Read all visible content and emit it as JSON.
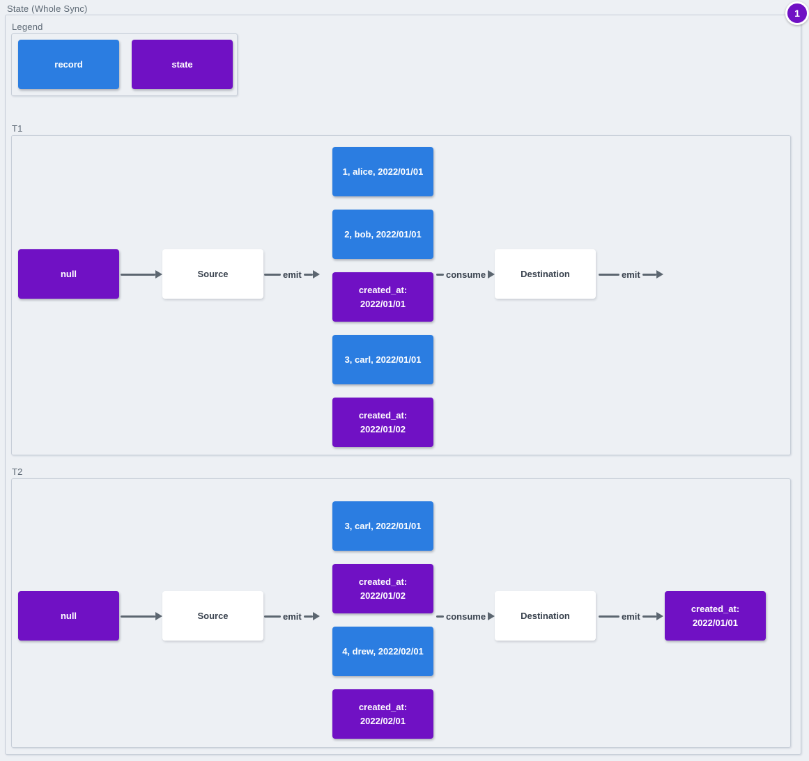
{
  "title": "State (Whole Sync)",
  "badge": {
    "count": "1"
  },
  "legend": {
    "label": "Legend",
    "items": [
      {
        "type": "record",
        "label": "record"
      },
      {
        "type": "state",
        "label": "state"
      }
    ]
  },
  "colors": {
    "record": "#2b7de1",
    "state": "#7011c4",
    "arrow": "#5c6670",
    "node_text_dark": "#39424e",
    "group_border": "#c7ced8",
    "background": "#edf0f4"
  },
  "timelines": [
    {
      "label": "T1",
      "input_state": "null",
      "source_label": "Source",
      "emit_label": "emit",
      "queue": [
        {
          "type": "record",
          "text": "1, alice, 2022/01/01"
        },
        {
          "type": "record",
          "text": "2, bob, 2022/01/01"
        },
        {
          "type": "state",
          "text": "created_at: 2022/01/01"
        },
        {
          "type": "record",
          "text": "3, carl, 2022/01/01"
        },
        {
          "type": "state",
          "text": "created_at: 2022/01/02"
        }
      ],
      "consume_label": "consume",
      "destination_label": "Destination",
      "emit_out_label": "emit"
    },
    {
      "label": "T2",
      "input_state": "null",
      "source_label": "Source",
      "emit_label": "emit",
      "queue": [
        {
          "type": "record",
          "text": "3, carl, 2022/01/01"
        },
        {
          "type": "state",
          "text": "created_at: 2022/01/02"
        },
        {
          "type": "record",
          "text": "4, drew, 2022/02/01"
        },
        {
          "type": "state",
          "text": "created_at: 2022/02/01"
        }
      ],
      "consume_label": "consume",
      "destination_label": "Destination",
      "emit_out_label": "emit",
      "output_state": "created_at: 2022/01/01"
    }
  ]
}
